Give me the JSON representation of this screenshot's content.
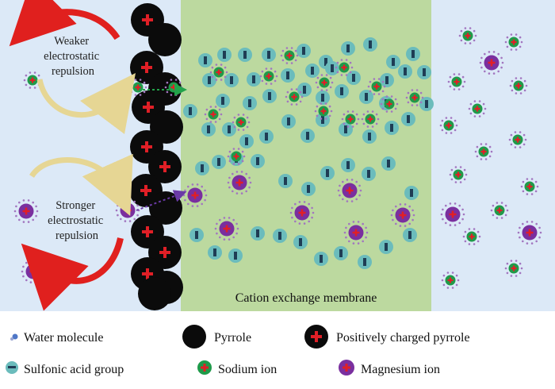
{
  "annotations": {
    "top_left_label": [
      "Weaker",
      "electrostatic",
      "repulsion"
    ],
    "bottom_left_label": [
      "Stronger",
      "electrostatic",
      "repulsion"
    ]
  },
  "membrane": {
    "label": "Cation exchange membrane"
  },
  "legend": [
    {
      "id": "water",
      "label": "Water molecule"
    },
    {
      "id": "pyrrole",
      "label": "Pyrrole"
    },
    {
      "id": "charged-pyrrole",
      "label": "Positively charged pyrrole"
    },
    {
      "id": "sulfonic",
      "label": "Sulfonic acid group"
    },
    {
      "id": "sodium",
      "label": "Sodium ion"
    },
    {
      "id": "magnesium",
      "label": "Magnesium ion"
    }
  ],
  "colors": {
    "solution_bg": "#dce9f7",
    "membrane_bg": "#bcd99f",
    "legend_bg": "#ffffff",
    "pyrrole": "#0b0b0b",
    "charge_cross": "#e01f26",
    "sulfonic_fill": "#6bbcbc",
    "sulfonic_bar": "#1f3d55",
    "sodium": "#1f9a4a",
    "magnesium": "#7a2f9f",
    "hydration_dot": "#a276c0",
    "red_arrow": "#e0201e",
    "yellow_arrow": "#e6d694",
    "green_arrow": "#22a34a",
    "purple_arrow": "#6a3aa6"
  }
}
